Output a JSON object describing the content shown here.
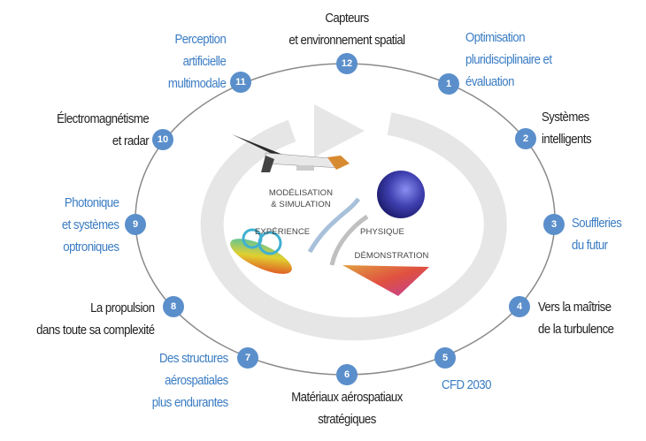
{
  "center": {
    "modelisation": [
      "MODÉLISATION",
      "& SIMULATION"
    ],
    "experience": "EXPÉRIENCE",
    "physique": "PHYSIQUE",
    "demonstration": "DÉMONSTRATION"
  },
  "colors": {
    "accent": "#3a7cc3",
    "node": "#5b8fcb",
    "ring": "#e6e6e6"
  },
  "nodes": [
    {
      "n": "1",
      "lines": [
        "Optimisation",
        "pluridisciplinaire et",
        "évaluation"
      ]
    },
    {
      "n": "2",
      "lines": [
        "Systèmes",
        "intelligents"
      ]
    },
    {
      "n": "3",
      "lines": [
        "Souffleries",
        "du futur"
      ]
    },
    {
      "n": "4",
      "lines": [
        "Vers la maîtrise",
        "de la turbulence"
      ]
    },
    {
      "n": "5",
      "lines": [
        "CFD 2030"
      ]
    },
    {
      "n": "6",
      "lines": [
        "Matériaux aérospatiaux",
        "stratégiques"
      ]
    },
    {
      "n": "7",
      "lines": [
        "Des structures",
        "aérospatiales",
        "plus endurantes"
      ]
    },
    {
      "n": "8",
      "lines": [
        "La propulsion",
        "dans toute sa complexité"
      ]
    },
    {
      "n": "9",
      "lines": [
        "Photonique",
        "et systèmes",
        "optroniques"
      ]
    },
    {
      "n": "10",
      "lines": [
        "Électromagnétisme",
        "et radar"
      ]
    },
    {
      "n": "11",
      "lines": [
        "Perception",
        "artificielle",
        "multimodale"
      ]
    },
    {
      "n": "12",
      "lines": [
        "Capteurs",
        "et environnement spatial"
      ]
    }
  ]
}
